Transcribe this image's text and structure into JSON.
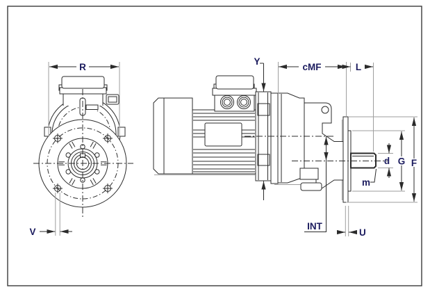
{
  "figure": {
    "type": "technical-drawing",
    "subject": "gearmotor dimensional drawing, front view and side view"
  },
  "labels": {
    "R": "R",
    "V": "V",
    "Y": "Y",
    "cMF": "cMF",
    "L": "L",
    "INT": "INT",
    "U": "U",
    "d": "d",
    "G": "G",
    "F": "F",
    "m": "m"
  },
  "colors": {
    "line": "#2b2b2b",
    "extension": "#9e9e9e",
    "label": "#1b1b5e",
    "background": "#ffffff"
  }
}
